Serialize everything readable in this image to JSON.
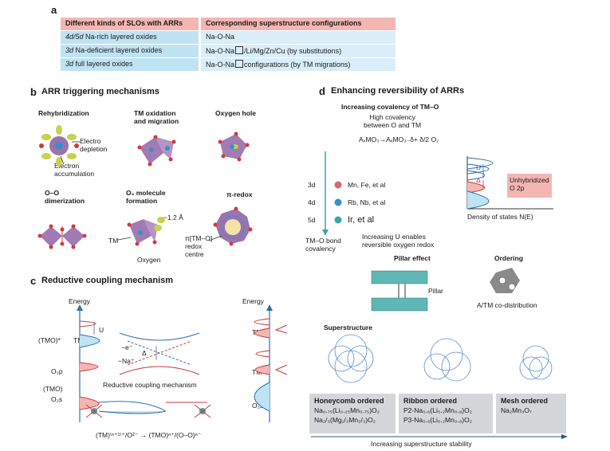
{
  "panels": {
    "a": "a",
    "b": "b",
    "c": "c",
    "d": "d"
  },
  "table": {
    "header": [
      "Different kinds of SLOs with ARRs",
      "Corresponding superstructure configurations"
    ],
    "rows": [
      {
        "c1a": "4d/5d",
        "c1b": " Na-rich layered oxides",
        "c2a": "Na-O-Na",
        "c2b": ""
      },
      {
        "c1a": "3d",
        "c1b": " Na-deficient layered oxides",
        "c2a": "Na-O-Na",
        "c2b": "/Li/Mg/Zn/Cu (by substitutions)"
      },
      {
        "c1a": "3d",
        "c1b": " full layered oxides",
        "c2a": "Na-O-Na",
        "c2b": "configurations (by TM migrations)"
      }
    ]
  },
  "panel_b": {
    "title": "ARR triggering mechanisms",
    "rehybridization": "Rehybridization",
    "electro_depletion": "Electro\ndepletion",
    "electron_accumulation": "Electron\naccumulation",
    "tm_oxidation": "TM oxidation\nand migration",
    "oxygen_hole": "Oxygen hole",
    "oo_dimerization": "O–O\ndimerization",
    "o2_formation": "O₂ molecule\nformation",
    "bond_len": "~1.2 Å",
    "tm": "TM",
    "oxygen": "Oxygen",
    "pi_redox": "π-redox",
    "pi_centre": "π[TM–O]\nredox\ncentre"
  },
  "panel_c": {
    "title": "Reductive coupling mechanism",
    "energy": "Energy",
    "tmo_star": "(TMO)*",
    "tm_n": "TMⁿ⁺",
    "u": "U",
    "o2p": "O₂p",
    "tmo": "(TMO)",
    "o2s": "O₂s",
    "minus_e": "−e⁻",
    "minus_na": "−Na⁺",
    "delta": "Δ",
    "center_label": "Reductive coupling mechanism",
    "equation": "(TM)⁽ⁿ⁺¹⁾⁺/O²⁻ → (TMO)ⁿ⁺/(O–O)ⁿ⁻",
    "tm_right1": "TM",
    "tm_right2": "TM"
  },
  "panel_d": {
    "title": "Enhancing reversibility of ARRs",
    "covalency_title": "Increasing covalency of TM–O",
    "high_cov": "High covalency\nbetween O and TM",
    "reaction": "AₓMO₃→AₓMO₃₋δ+ δ/2 O₂",
    "row_3d": "3d",
    "row_4d": "4d",
    "row_5d": "5d",
    "el_3d": "Mn, Fe, et al",
    "el_4d": "Rb, Nb, et al",
    "el_5d": "Ir, et al",
    "increasing_u": "Increasing U enables\nreversible oxygen redox",
    "tmo_bond": "TM–O bond\ncovalency",
    "u": "U",
    "delta": "Δ",
    "unhybridized": "Unhybridized\nO 2p",
    "dos": "Density of states N(E)",
    "pillar_effect": "Pillar effect",
    "pillar": "Pillar",
    "ordering": "Ordering",
    "atm": "A/TM co-distribution",
    "superstructure": "Superstructure",
    "stability": "Increasing superstructure stability"
  },
  "superstructure": {
    "honeycomb": {
      "title": "Honeycomb ordered",
      "f1": "Na₀.₇₅(Li₀.₂₅Mn₀.₇₅)O₂",
      "f2": "Na₂/₃(Mg₁/₃Mn₂/₃)O₂"
    },
    "ribbon": {
      "title": "Ribbon ordered",
      "f1": "P2-Na₀.₆(Li₀.₂Mn₀.₈)O₂",
      "f2": "P3-Na₀.₆(Li₀.₂Mn₀.₈)O₂"
    },
    "mesh": {
      "title": "Mesh ordered",
      "f1": "Na₂Mn₃O₇"
    }
  },
  "colors": {
    "pink": "#f4b6b3",
    "blue": "#bfe3f3",
    "teal": "#3aa6a6",
    "purple": "#7a3a8a",
    "red": "#d33a3a"
  }
}
